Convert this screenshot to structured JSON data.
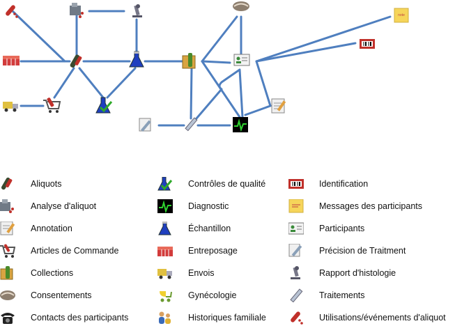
{
  "legend": {
    "aliquots": "Aliquots",
    "analyse_aliquot": "Analyse d'aliquot",
    "annotation": "Annotation",
    "articles_commande": "Articles de Commande",
    "collections": "Collections",
    "consentements": "Consentements",
    "contacts": "Contacts des participants",
    "controles_qualite": "Contrôles de qualité",
    "diagnostic": "Diagnostic",
    "echantillon": "Échantillon",
    "entreposage": "Entreposage",
    "envois": "Envois",
    "gynecologie": "Gynécologie",
    "historiques": "Historiques familiale",
    "identification": "Identification",
    "messages": "Messages des participants",
    "participants": "Participants",
    "precision_traitement": "Précision de Traitment",
    "rapport_histologie": "Rapport d'histologie",
    "traitements": "Traitements",
    "utilisations": "Utilisations/événements d'aliquot"
  },
  "colors": {
    "connector": "#4f7fbf",
    "tube_red": "#c0302a",
    "flask_blue": "#1f3fbf",
    "check_green": "#2faa2a"
  }
}
